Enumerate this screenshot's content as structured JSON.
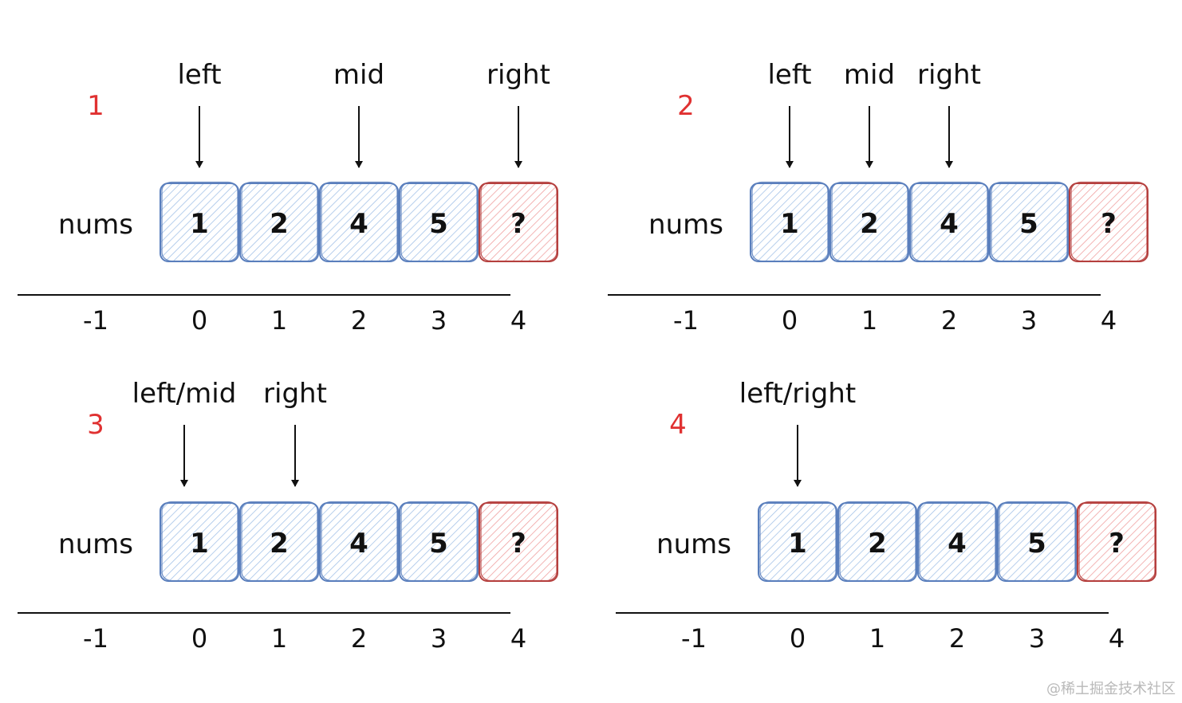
{
  "colors": {
    "step_number": "#e03131",
    "blue_stroke": "#5a7fbd",
    "blue_fill": "#a5c3e8",
    "red_stroke": "#b5403e",
    "red_fill": "#f0a1a1",
    "ink": "#111111",
    "watermark": "#b9b9b9"
  },
  "array_label": "nums",
  "panels": [
    {
      "step": "1",
      "cells": [
        {
          "value": "1",
          "kind": "normal"
        },
        {
          "value": "2",
          "kind": "normal"
        },
        {
          "value": "4",
          "kind": "normal"
        },
        {
          "value": "5",
          "kind": "normal"
        },
        {
          "value": "?",
          "kind": "unknown"
        }
      ],
      "indices": [
        "-1",
        "0",
        "1",
        "2",
        "3",
        "4"
      ],
      "pointers": [
        {
          "label": "left",
          "index": 0
        },
        {
          "label": "mid",
          "index": 2
        },
        {
          "label": "right",
          "index": 4
        }
      ]
    },
    {
      "step": "2",
      "cells": [
        {
          "value": "1",
          "kind": "normal"
        },
        {
          "value": "2",
          "kind": "normal"
        },
        {
          "value": "4",
          "kind": "normal"
        },
        {
          "value": "5",
          "kind": "normal"
        },
        {
          "value": "?",
          "kind": "unknown"
        }
      ],
      "indices": [
        "-1",
        "0",
        "1",
        "2",
        "3",
        "4"
      ],
      "pointers": [
        {
          "label": "left",
          "index": 0
        },
        {
          "label": "mid",
          "index": 1
        },
        {
          "label": "right",
          "index": 2
        }
      ]
    },
    {
      "step": "3",
      "cells": [
        {
          "value": "1",
          "kind": "normal"
        },
        {
          "value": "2",
          "kind": "normal"
        },
        {
          "value": "4",
          "kind": "normal"
        },
        {
          "value": "5",
          "kind": "normal"
        },
        {
          "value": "?",
          "kind": "unknown"
        }
      ],
      "indices": [
        "-1",
        "0",
        "1",
        "2",
        "3",
        "4"
      ],
      "pointers": [
        {
          "label": "left/mid",
          "index": 0
        },
        {
          "label": "right",
          "index": 1
        }
      ]
    },
    {
      "step": "4",
      "cells": [
        {
          "value": "1",
          "kind": "normal"
        },
        {
          "value": "2",
          "kind": "normal"
        },
        {
          "value": "4",
          "kind": "normal"
        },
        {
          "value": "5",
          "kind": "normal"
        },
        {
          "value": "?",
          "kind": "unknown"
        }
      ],
      "indices": [
        "-1",
        "0",
        "1",
        "2",
        "3",
        "4"
      ],
      "pointers": [
        {
          "label": "left/right",
          "index": 0
        }
      ]
    }
  ],
  "watermark": "@稀土掘金技术社区"
}
